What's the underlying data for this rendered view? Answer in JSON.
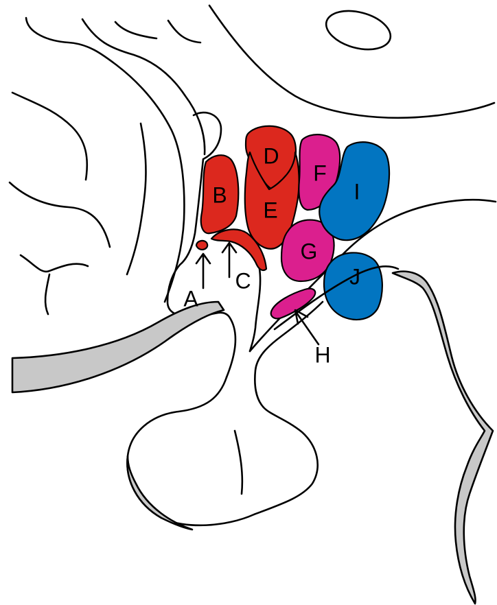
{
  "colors": {
    "red": "#dc281e",
    "magenta": "#db1f8e",
    "blue": "#0275c1",
    "gray": "#c8c8c8",
    "outline": "#000000"
  },
  "nuclei": [
    {
      "id": "A",
      "label": "A",
      "color": "red"
    },
    {
      "id": "B",
      "label": "B",
      "color": "red"
    },
    {
      "id": "C",
      "label": "C",
      "color": "red"
    },
    {
      "id": "D",
      "label": "D",
      "color": "red"
    },
    {
      "id": "E",
      "label": "E",
      "color": "red"
    },
    {
      "id": "F",
      "label": "F",
      "color": "magenta"
    },
    {
      "id": "G",
      "label": "G",
      "color": "magenta"
    },
    {
      "id": "H",
      "label": "H",
      "color": "magenta"
    },
    {
      "id": "I",
      "label": "I",
      "color": "blue"
    },
    {
      "id": "J",
      "label": "J",
      "color": "blue"
    }
  ]
}
